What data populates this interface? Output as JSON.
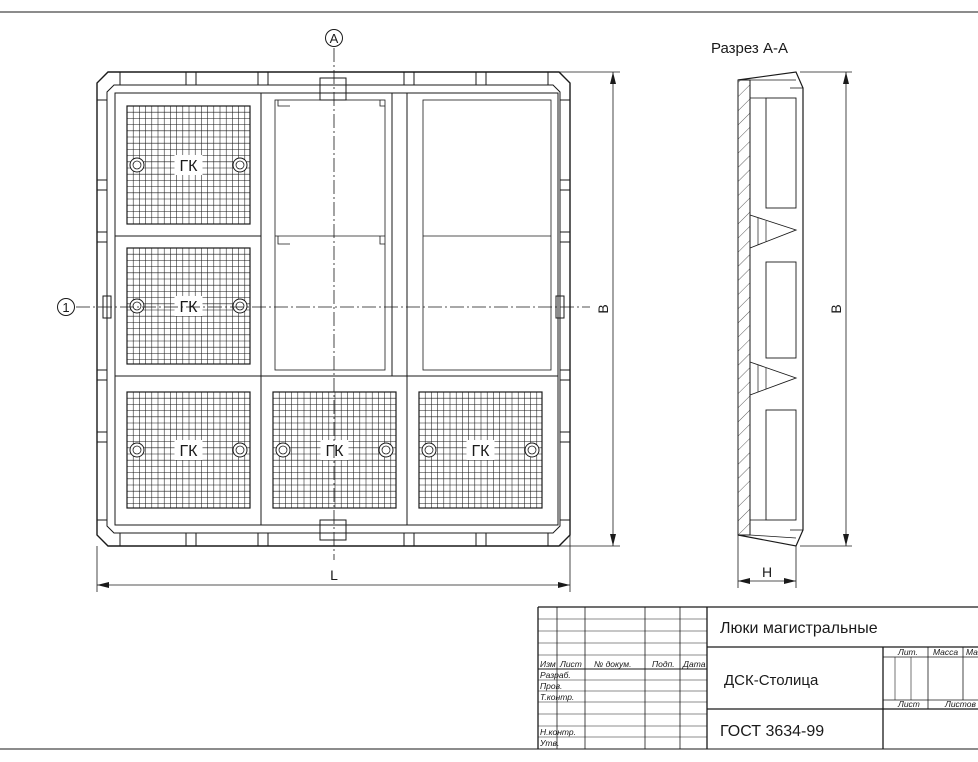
{
  "section_label": "Разрез А-А",
  "marker_a": "А",
  "marker_1": "1",
  "dim": {
    "L": "L",
    "B": "B",
    "B_section": "B",
    "H": "H"
  },
  "cover_label": "ГК",
  "title_block": {
    "title": "Люки магистральные",
    "organization": "ДСК-Столица",
    "standard": "ГОСТ 3634-99",
    "header": {
      "izm": "Изм",
      "list": "Лист",
      "doc": "№ докум.",
      "podp": "Подп.",
      "data": "Дата"
    },
    "roles": {
      "razrab": "Разраб.",
      "prov": "Пров.",
      "tkontr": "Т.контр.",
      "nkontr": "Н.контр.",
      "utv": "Утв."
    },
    "lit": "Лит.",
    "massa": "Масса",
    "masshtab": "Ма",
    "sheet": "Лист",
    "sheets": "Листов"
  },
  "colors": {
    "line": "#1a1a1a",
    "hatch": "#1a1a1a",
    "background": "#ffffff"
  }
}
